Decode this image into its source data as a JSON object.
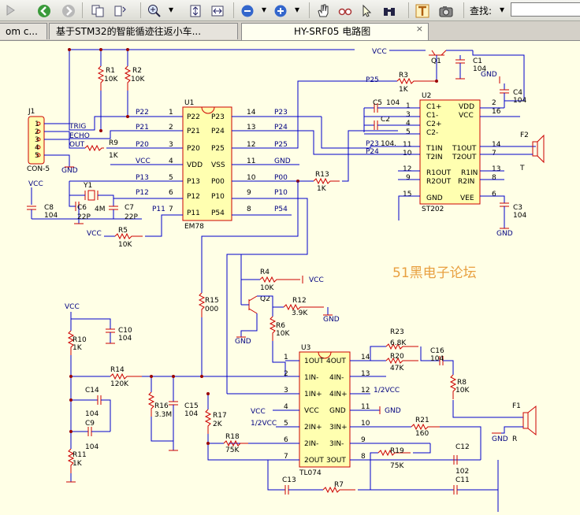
{
  "toolbar": {
    "find_label": "查找:",
    "icons": [
      "play-icon",
      "back-icon",
      "forward-icon",
      "copy-page-icon",
      "rotate-icon",
      "zoom-in-icon",
      "fit-page-icon",
      "fit-width-icon",
      "zoom-out-icon",
      "zoom-plus-icon",
      "hand-icon",
      "glasses-icon",
      "select-icon",
      "binoculars-icon",
      "text-icon",
      "camera-icon"
    ]
  },
  "tabs": [
    {
      "label": "om c..."
    },
    {
      "label": "基于STM32的智能循迹往返小车..."
    },
    {
      "label": "HY-SRF05 电路图",
      "close": "×"
    }
  ],
  "watermark": "51黑电子论坛",
  "schematic": {
    "labels": {
      "u1": "U1",
      "u1_part": "EM78",
      "u2": "U2",
      "u2_part": "ST202",
      "u3": "U3",
      "u3_part": "TL074",
      "j1": "J1",
      "j1_part": "CON-5",
      "y1": "Y1",
      "y1_val": "4M",
      "trig": "TRIG",
      "echo": "ECHO",
      "out": "OUT",
      "vcc": "VCC",
      "gnd": "GND",
      "half_vcc": "1/2VCC",
      "f1": "F1",
      "f1_t": "R",
      "f2": "F2",
      "f2_t": "T",
      "q1": "Q1",
      "q2": "Q2"
    },
    "u1_left": [
      "P22",
      "P21",
      "P20",
      "VDD",
      "P13",
      "P12",
      "P11"
    ],
    "u1_left_nums": [
      "1",
      "2",
      "3",
      "4",
      "5",
      "6",
      "7"
    ],
    "u1_right": [
      "P23",
      "P24",
      "P25",
      "VSS",
      "P00",
      "P10",
      "P54"
    ],
    "u1_right_nums": [
      "14",
      "13",
      "12",
      "11",
      "10",
      "9",
      "8"
    ],
    "u1_net_left": [
      "P22",
      "P21",
      "P20",
      "VCC",
      "P13",
      "P12",
      "P11"
    ],
    "u1_net_right": [
      "P23",
      "P24",
      "P25",
      "GND",
      "P00",
      "P10",
      "P54"
    ],
    "u2_left": [
      "C1+",
      "C1-",
      "C2+",
      "C2-",
      "T1IN",
      "T2IN",
      "R1OUT",
      "R2OUT",
      "GND"
    ],
    "u2_left_nums": [
      "1",
      "3",
      "4",
      "5",
      "11",
      "10",
      "12",
      "9",
      "15"
    ],
    "u2_right": [
      "VDD",
      "VCC",
      "T1OUT",
      "T2OUT",
      "R1IN",
      "R2IN",
      "VEE"
    ],
    "u2_right_nums": [
      "2",
      "16",
      "14",
      "7",
      "13",
      "8",
      "6"
    ],
    "u3_left": [
      "1OUT",
      "1IN-",
      "1IN+",
      "VCC",
      "2IN+",
      "2IN-",
      "2OUT"
    ],
    "u3_left_nums": [
      "1",
      "2",
      "3",
      "4",
      "5",
      "6",
      "7"
    ],
    "u3_right": [
      "4OUT",
      "4IN-",
      "4IN+",
      "GND",
      "3IN+",
      "3IN-",
      "3OUT"
    ],
    "u3_right_nums": [
      "14",
      "13",
      "12",
      "11",
      "10",
      "9",
      "8"
    ],
    "j1_pins": [
      "1",
      "2",
      "3",
      "4",
      "5"
    ],
    "components": {
      "R1": "R1",
      "R1v": "10K",
      "R2": "R2",
      "R2v": "10K",
      "R3": "R3",
      "R3v": "1K",
      "R4": "R4",
      "R4v": "10K",
      "R5": "R5",
      "R5v": "10K",
      "R6": "R6",
      "R6v": "10K",
      "R7": "R7",
      "R8": "R8",
      "R8v": "10K",
      "R9": "R9",
      "R9v": "1K",
      "R10": "R10",
      "R10v": "1K",
      "R11": "R11",
      "R11v": "1K",
      "R12": "R12",
      "R12v": "3.9K",
      "R13": "R13",
      "R13v": "1K",
      "R14": "R14",
      "R14v": "120K",
      "R15": "R15",
      "R15v": "000",
      "R16": "R16",
      "R16v": "3.3M",
      "R17": "R17",
      "R17v": "2K",
      "R18": "R18",
      "R18v": "75K",
      "R19": "R19",
      "R19v": "75K",
      "R20": "R20",
      "R20v": "47K",
      "R21": "R21",
      "R21v": "160",
      "R23": "R23",
      "R23v": "6.8K",
      "C1": "C1",
      "C1v": "104",
      "C2": "C2",
      "C2v": "104.",
      "C3": "C3",
      "C3v": "104",
      "C4": "C4",
      "C4v": "104",
      "C5": "C5",
      "C5v": "104",
      "C6": "C6",
      "C6v": "22P",
      "C7": "C7",
      "C7v": "22P",
      "C8": "C8",
      "C8v": "104",
      "C9": "C9",
      "C9v": "104",
      "C10": "C10",
      "C10v": "104",
      "C11": "C11",
      "C12": "C12",
      "C12v": "102",
      "C13": "C13",
      "C14": "C14",
      "C14v": "104",
      "C15": "C15",
      "C15v": "104",
      "C16": "C16",
      "C16v": "104"
    },
    "nets": {
      "p25": "P25",
      "p23": "P23",
      "p24": "P24",
      "p00": "P00",
      "p10": "P10",
      "p12": "P12",
      "p13": "P13",
      "p11": "P11",
      "p20": "P20",
      "p21": "P21",
      "p22": "P22",
      "p54": "P54"
    }
  },
  "colors": {
    "wire": "#0000cc",
    "part": "#cc0000",
    "text": "#000080",
    "background": "#ffffe6",
    "watermark": "#e8a040"
  }
}
